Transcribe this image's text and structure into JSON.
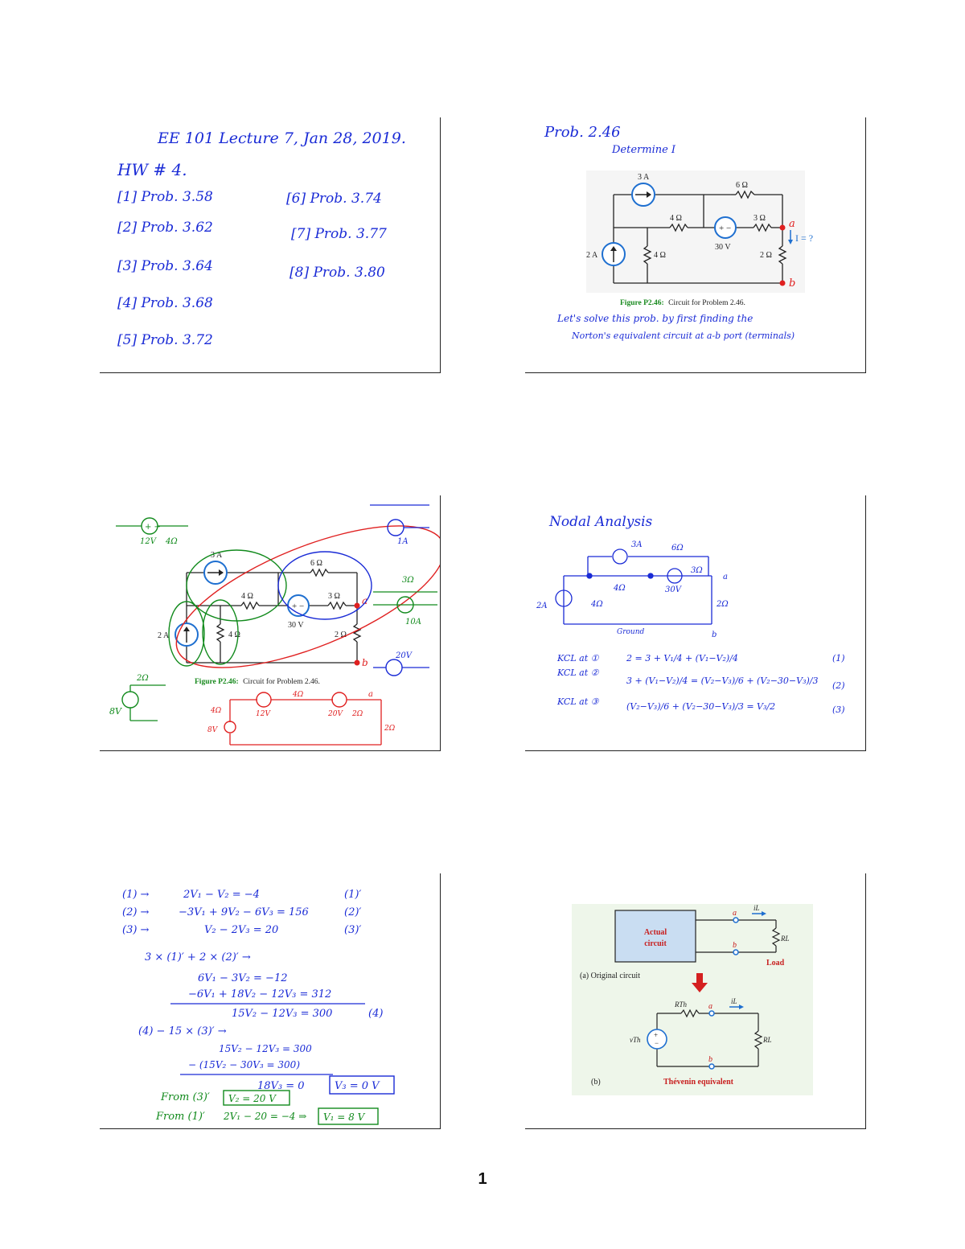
{
  "page_number": "1",
  "slide1": {
    "title": "EE 101 Lecture 7, Jan 28, 2019.",
    "hw": "HW # 4.",
    "problems": [
      "[1] Prob. 3.58",
      "[2] Prob. 3.62",
      "[3] Prob. 3.64",
      "[4] Prob. 3.68",
      "[5] Prob. 3.72",
      "[6] Prob. 3.74",
      "[7] Prob. 3.77",
      "[8] Prob. 3.80"
    ]
  },
  "slide2": {
    "title": "Prob. 2.46",
    "subtitle": "Determine I",
    "labels": {
      "src3a": "3 A",
      "r6": "6 Ω",
      "r4top": "4 Ω",
      "r3": "3 Ω",
      "v30": "30 V",
      "src2a": "2 A",
      "r4": "4 Ω",
      "r2": "2 Ω",
      "a": "a",
      "b": "b",
      "i": "I = ?"
    },
    "caption_bold": "Figure P2.46:",
    "caption_rest": "Circuit for Problem 2.46.",
    "note1": "Let's solve this prob. by first finding the",
    "note2": "Norton's equivalent circuit at a-b port (terminals)"
  },
  "slide3": {
    "labels": {
      "src3a": "3 A",
      "r6": "6 Ω",
      "r4top": "4 Ω",
      "r3": "3 Ω",
      "v30": "30 V",
      "src2a": "2 A",
      "r4": "4 Ω",
      "r2": "2 Ω",
      "a": "a",
      "b": "b"
    },
    "caption_bold": "Figure P2.46:",
    "caption_rest": "Circuit for Problem 2.46.",
    "notes": {
      "v12": "12V",
      "r4": "4Ω",
      "v8": "8V",
      "r2": "2Ω",
      "a1": "1A",
      "r3": "3Ω",
      "a10": "10A",
      "v20": "20V",
      "red_v12": "12V",
      "red_v20": "20V",
      "red_r4a": "4Ω",
      "red_r4b": "4Ω",
      "red_r2a": "2Ω",
      "red_r2b": "2Ω",
      "red_v8": "8V",
      "red_a": "a"
    }
  },
  "slide4": {
    "title": "Nodal Analysis",
    "labels": {
      "a3": "3A",
      "r6": "6Ω",
      "r4t": "4Ω",
      "v30": "30V",
      "r3": "3Ω",
      "a2": "2A",
      "r4": "4Ω",
      "r2": "2Ω",
      "gnd": "Ground",
      "a": "a",
      "b": "b"
    },
    "kcl": [
      {
        "lhs": "KCL at ①",
        "eq": "2 = 3 + V₁/4 + (V₁−V₂)/4",
        "num": "(1)"
      },
      {
        "lhs": "KCL at ②",
        "eq": "3 + (V₁−V₂)/4 = (V₂−V₃)/6 + (V₂−30−V₃)/3",
        "num": "(2)"
      },
      {
        "lhs": "KCL at ③",
        "eq": "(V₂−V₃)/6 + (V₂−30−V₃)/3 = V₃/2",
        "num": "(3)"
      }
    ]
  },
  "slide5": {
    "lines": [
      {
        "left": "(1) →",
        "eq": "2V₁ − V₂ = −4",
        "tag": "(1)′"
      },
      {
        "left": "(2) →",
        "eq": "−3V₁ + 9V₂ − 6V₃ = 156",
        "tag": "(2)′"
      },
      {
        "left": "(3) →",
        "eq": "V₂ − 2V₃ = 20",
        "tag": "(3)′"
      }
    ],
    "step1": "3 × (1)′ + 2 × (2)′ →",
    "add1": "6V₁ − 3V₂ = −12",
    "add2": "−6V₁ + 18V₂ − 12V₃ = 312",
    "sum": "15V₂ − 12V₃ = 300",
    "sum_tag": "(4)",
    "step2": "(4) − 15 × (3)′ →",
    "sub1": "15V₂ − 12V₃ = 300",
    "sub2": "− (15V₂ − 30V₃ = 300)",
    "res": "18V₃ = 0",
    "box_v3": "V₃ = 0 V",
    "from3": "From (3)′",
    "box_v2": "V₂ = 20 V",
    "from1": "From (1)′",
    "calc1": "2V₁ − 20 = −4 ⇒",
    "box_v1": "V₁ = 8 V"
  },
  "slide6": {
    "actual": "Actual",
    "circuit": "circuit",
    "a": "a",
    "b": "b",
    "a2": "a",
    "b2": "b",
    "il": "iL",
    "il2": "iL",
    "rl": "RL",
    "rl2": "RL",
    "load": "Load",
    "caption_a": "(a) Original circuit",
    "rth": "RTh",
    "vth": "vTh",
    "caption_b": "(b)",
    "thevenin": "Thévenin equivalent"
  }
}
